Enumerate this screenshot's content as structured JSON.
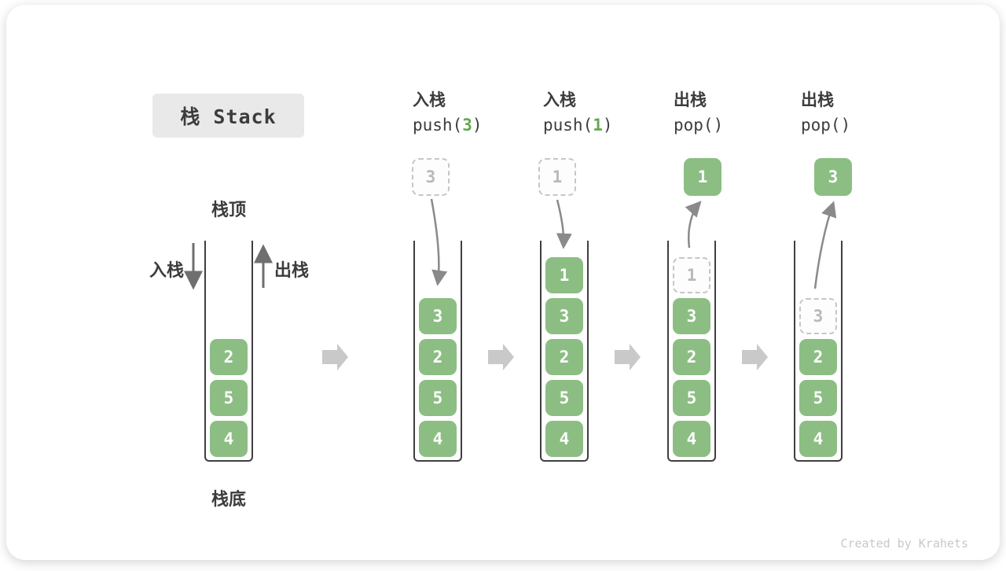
{
  "title": "栈 Stack",
  "watermark": "Created by Krahets",
  "labels": {
    "stack_top": "栈顶",
    "stack_bottom": "栈底",
    "push": "入栈",
    "pop": "出栈"
  },
  "colors": {
    "item_green": "#8cbe84",
    "code_arg_green": "#63a950",
    "ghost_grey": "#b9b9b9",
    "curve_arrow_grey": "#8a8a8a",
    "block_arrow_grey": "#c9c9c9",
    "title_bg": "#e9e9e9"
  },
  "steps": [
    {
      "op": "入栈",
      "code_pre": "push(",
      "code_arg": "3",
      "code_post": ")",
      "moving_value": "3",
      "moving_style": "dashed"
    },
    {
      "op": "入栈",
      "code_pre": "push(",
      "code_arg": "1",
      "code_post": ")",
      "moving_value": "1",
      "moving_style": "dashed"
    },
    {
      "op": "出栈",
      "code_pre": "pop()",
      "code_arg": "",
      "code_post": "",
      "moving_value": "1",
      "moving_style": "solid"
    },
    {
      "op": "出栈",
      "code_pre": "pop()",
      "code_arg": "",
      "code_post": "",
      "moving_value": "3",
      "moving_style": "solid"
    }
  ],
  "stacks": [
    {
      "items": [
        {
          "v": "2"
        },
        {
          "v": "5"
        },
        {
          "v": "4"
        }
      ]
    },
    {
      "items": [
        {
          "v": "3"
        },
        {
          "v": "2"
        },
        {
          "v": "5"
        },
        {
          "v": "4"
        }
      ]
    },
    {
      "items": [
        {
          "v": "1"
        },
        {
          "v": "3"
        },
        {
          "v": "2"
        },
        {
          "v": "5"
        },
        {
          "v": "4"
        }
      ]
    },
    {
      "items": [
        {
          "v": "1",
          "ghost": true
        },
        {
          "v": "3"
        },
        {
          "v": "2"
        },
        {
          "v": "5"
        },
        {
          "v": "4"
        }
      ]
    },
    {
      "items": [
        {
          "v": "3",
          "ghost": true
        },
        {
          "v": "2"
        },
        {
          "v": "5"
        },
        {
          "v": "4"
        }
      ]
    }
  ]
}
